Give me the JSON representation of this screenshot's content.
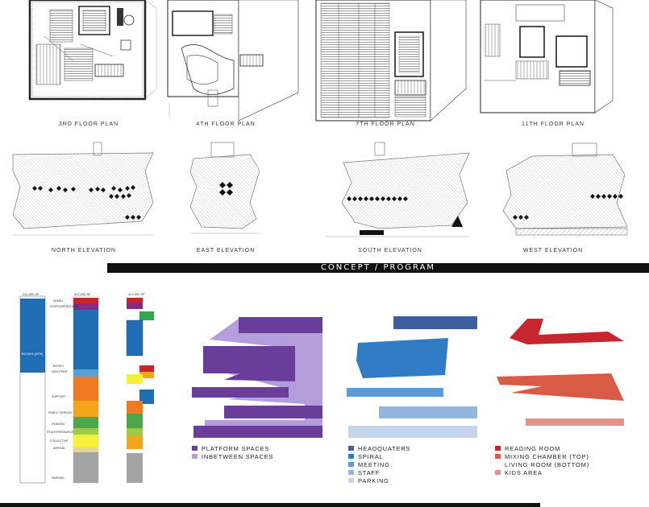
{
  "floor_plans": [
    {
      "label": "3rd Floor Plan"
    },
    {
      "label": "4th Floor Plan"
    },
    {
      "label": "7th Floor Plan"
    },
    {
      "label": "11th Floor Plan"
    }
  ],
  "elevations": [
    {
      "label": "North Elevation"
    },
    {
      "label": "East Elevation"
    },
    {
      "label": "South Elevation"
    },
    {
      "label": "West Elevation"
    }
  ],
  "section_title": "Concept / Program",
  "program": {
    "bar1_total": "412,000 sf",
    "bar1_label": "Books (22%)",
    "bar2_total": "412,000 sf",
    "bar3_total": "412,000 sf",
    "bar2_labels": [
      "Admin",
      "Staff/Operations",
      "Books",
      "Non-Print",
      "Support",
      "Public Service",
      "Reading",
      "Study/Research",
      "Collective",
      "Arrival",
      "Parking"
    ]
  },
  "legends": {
    "purple": [
      {
        "label": "Platform Spaces",
        "color": "#6a3d9a"
      },
      {
        "label": "Inbetween Spaces",
        "color": "#b39ddb"
      }
    ],
    "blue": [
      {
        "label": "Headquaters",
        "color": "#3e5f9e"
      },
      {
        "label": "Spiral",
        "color": "#2f7cc4"
      },
      {
        "label": "Meeting",
        "color": "#5d9bd8"
      },
      {
        "label": "Staff",
        "color": "#93b6de"
      },
      {
        "label": "Parking",
        "color": "#c4d4ea"
      }
    ],
    "red": [
      {
        "label": "Reading Room",
        "color": "#c8262e"
      },
      {
        "label": "Mixing Chamber (top)",
        "color": "#d95b45"
      },
      {
        "label": "Living Room (bottom)",
        "color": ""
      },
      {
        "label": "Kids Area",
        "color": "#e2928b"
      }
    ]
  }
}
